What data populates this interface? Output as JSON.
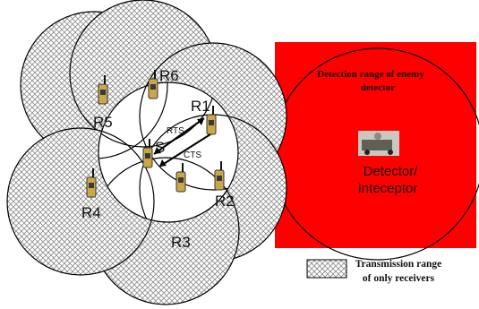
{
  "detector_zone": {
    "caption_line1": "Detection range of enemy",
    "caption_line2": "detector",
    "device_line1": "Detector/",
    "device_line2": "Inteceptor",
    "fill_color": "#ff0000"
  },
  "nodes": {
    "r4": "R4",
    "r5": "R5",
    "r6": "R6",
    "r1": "R1",
    "r2": "R2",
    "r3": "R3",
    "s": "S"
  },
  "signals": {
    "rts": "RTS",
    "cts": "CTS"
  },
  "legend": {
    "line1": "Transmission range",
    "line2": "of only receivers"
  },
  "colors": {
    "hatch": "#9a9a9a",
    "outline": "#000000",
    "center_fill": "#ffffff"
  }
}
